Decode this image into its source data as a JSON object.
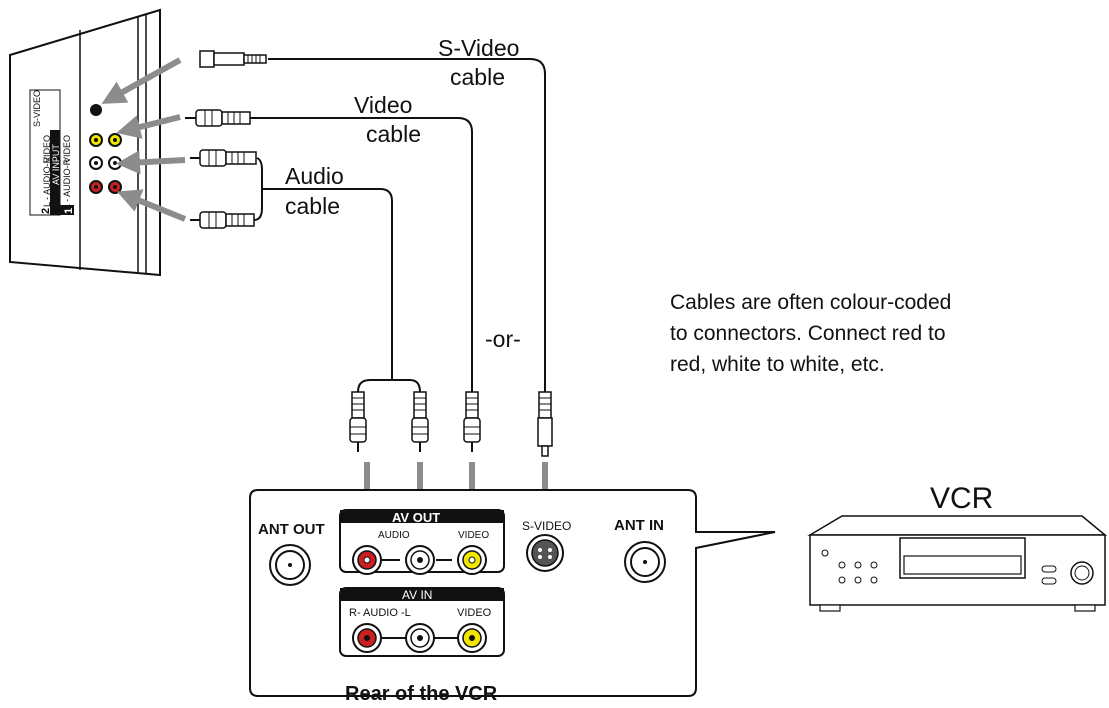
{
  "tv_panel": {
    "input_labels": [
      "S-VIDEO",
      "VIDEO",
      "VIDEO",
      "L - AUDIO-R",
      "L - AUDIO-R"
    ],
    "group_label": "AV INPUT",
    "group_numbers": [
      "1",
      "2"
    ]
  },
  "cables": {
    "svideo": [
      "S-Video",
      "cable"
    ],
    "video": [
      "Video",
      "cable"
    ],
    "audio": [
      "Audio",
      "cable"
    ],
    "or_label": "-or-"
  },
  "note": [
    "Cables are often colour-coded",
    "to connectors. Connect red to",
    "red, white to white, etc."
  ],
  "vcr_label": "VCR",
  "rear_panel": {
    "caption": "Rear of the VCR",
    "ant_out": "ANT OUT",
    "ant_in": "ANT IN",
    "av_out": "AV OUT",
    "av_out_audio": "AUDIO",
    "av_out_video": "VIDEO",
    "svideo": "S-VIDEO",
    "av_in": "AV IN",
    "av_in_audio": "R- AUDIO -L",
    "av_in_video": "VIDEO"
  },
  "colors": {
    "red": "#cc1f1f",
    "yellow": "#f2e600",
    "arrow_gray": "#8c8c8c",
    "line": "#111111"
  }
}
